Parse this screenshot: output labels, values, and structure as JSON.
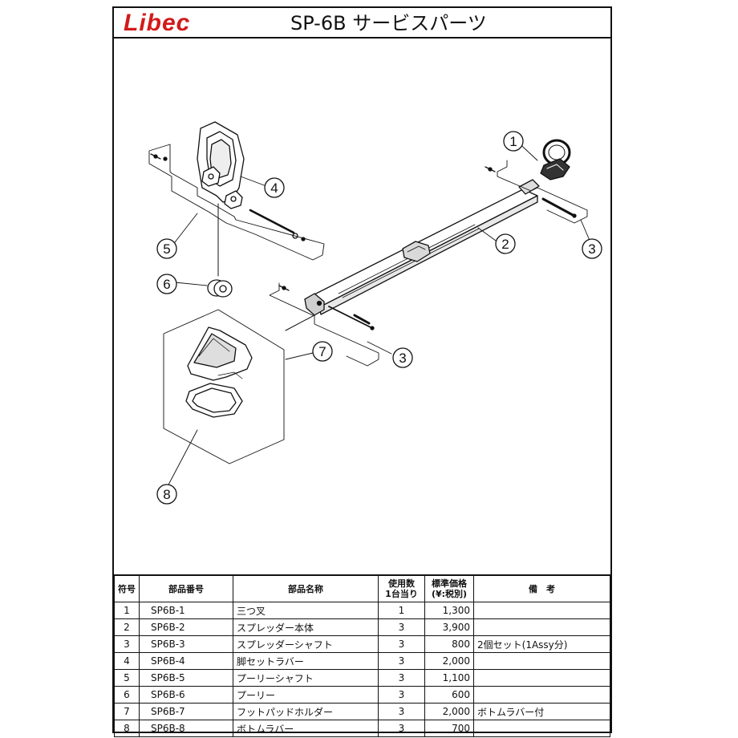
{
  "header": {
    "logo_text": "Libec",
    "title": "SP-6B サービスパーツ",
    "logo_color": "#d21a1a"
  },
  "diagram": {
    "callouts": [
      "1",
      "2",
      "3",
      "3",
      "4",
      "5",
      "6",
      "7",
      "8"
    ]
  },
  "table": {
    "headers": {
      "no": "符号",
      "code": "部品番号",
      "name": "部品名称",
      "qty_line1": "使用数",
      "qty_line2": "1台当り",
      "price_line1": "標準価格",
      "price_line2": "(¥:税別)",
      "note": "備　考"
    },
    "rows": [
      {
        "no": "1",
        "code": "SP6B-1",
        "name": "三つ叉",
        "qty": "1",
        "price": "1,300",
        "note": ""
      },
      {
        "no": "2",
        "code": "SP6B-2",
        "name": "スプレッダー本体",
        "qty": "3",
        "price": "3,900",
        "note": ""
      },
      {
        "no": "3",
        "code": "SP6B-3",
        "name": "スプレッダーシャフト",
        "qty": "3",
        "price": "800",
        "note": "2個セット(1Assy分)"
      },
      {
        "no": "4",
        "code": "SP6B-4",
        "name": "脚セットラバー",
        "qty": "3",
        "price": "2,000",
        "note": ""
      },
      {
        "no": "5",
        "code": "SP6B-5",
        "name": "プーリーシャフト",
        "qty": "3",
        "price": "1,100",
        "note": ""
      },
      {
        "no": "6",
        "code": "SP6B-6",
        "name": "プーリー",
        "qty": "3",
        "price": "600",
        "note": ""
      },
      {
        "no": "7",
        "code": "SP6B-7",
        "name": "フットパッドホルダー",
        "qty": "3",
        "price": "2,000",
        "note": "ボトムラバー付"
      },
      {
        "no": "8",
        "code": "SP6B-8",
        "name": "ボトムラバー",
        "qty": "3",
        "price": "700",
        "note": ""
      }
    ]
  }
}
